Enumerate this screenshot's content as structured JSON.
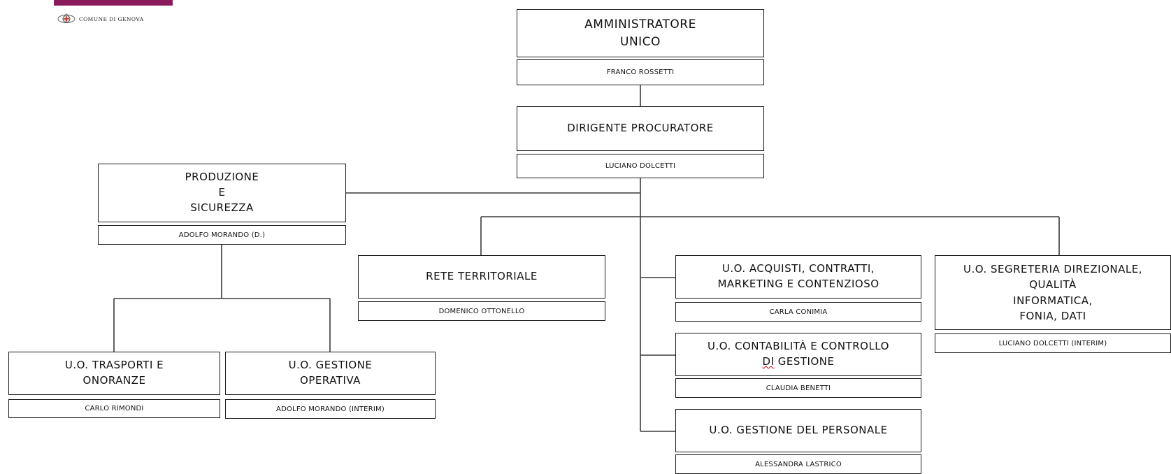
{
  "header": {
    "logo_text": "COMUNE DI GENOVA",
    "brand_color": "#8a1a5c"
  },
  "org": {
    "amministratore": {
      "title": "AMMINISTRATORE\nUNICO",
      "name": "FRANCO ROSSETTI"
    },
    "dirigente": {
      "title": "DIRIGENTE PROCURATORE",
      "name": "LUCIANO DOLCETTI"
    },
    "produzione": {
      "title": "PRODUZIONE\nE\nSICUREZZA",
      "name": "ADOLFO MORANDO (D.)"
    },
    "trasporti": {
      "title": "U.O. TRASPORTI E\nONORANZE",
      "name": "CARLO RIMONDI"
    },
    "gestione_operativa": {
      "title": "U.O. GESTIONE\nOPERATIVA",
      "name": "ADOLFO MORANDO (INTERIM)"
    },
    "rete": {
      "title": "RETE TERRITORIALE",
      "name": "DOMENICO OTTONELLO"
    },
    "acquisti": {
      "title": "U.O. ACQUISTI, CONTRATTI,\nMARKETING E CONTENZIOSO",
      "name": "CARLA CONIMIA"
    },
    "contabilita": {
      "title_line1": "U.O. CONTABILITÀ E CONTROLLO",
      "title_line2a": "DI",
      "title_line2b": " GESTIONE",
      "name": "CLAUDIA BENETTI"
    },
    "personale": {
      "title": "U.O. GESTIONE DEL PERSONALE",
      "name": "ALESSANDRA LASTRICO"
    },
    "segreteria": {
      "title": "U.O. SEGRETERIA DIREZIONALE,\nQUALITÀ\nINFORMATICA,\nFONIA, DATI",
      "name": "LUCIANO DOLCETTI (INTERIM)"
    }
  }
}
